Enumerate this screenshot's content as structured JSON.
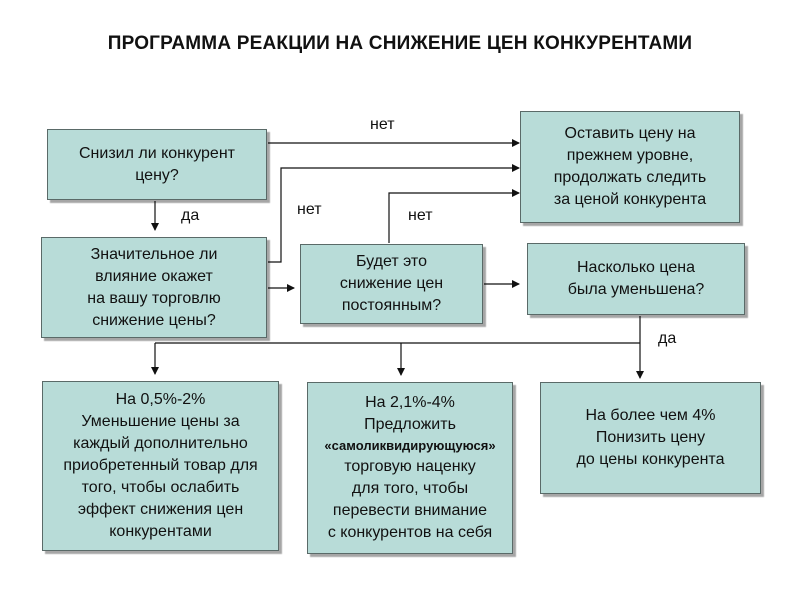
{
  "title": "ПРОГРАММА РЕАКЦИИ НА СНИЖЕНИЕ ЦЕН КОНКУРЕНТАМИ",
  "colors": {
    "box_fill": "#b8dcd8",
    "box_border": "#5a6a68",
    "line": "#111111"
  },
  "boxes": {
    "q1": {
      "lines": [
        "Снизил ли конкурент",
        "цену?"
      ]
    },
    "keep": {
      "lines": [
        "Оставить цену на",
        "прежнем уровне,",
        "продолжать следить",
        "за ценой конкурента"
      ]
    },
    "q2": {
      "lines": [
        "Значительное ли",
        "влияние окажет",
        "на вашу торговлю",
        "снижение цены?"
      ]
    },
    "q3": {
      "lines": [
        "Будет это",
        "снижение цен",
        "постоянным?"
      ]
    },
    "q4": {
      "lines": [
        "Насколько цена",
        "была уменьшена?"
      ]
    },
    "r1": {
      "lines": [
        "На 0,5%-2%",
        "Уменьшение цены за",
        "каждый дополнительно",
        "приобретенный товар для",
        "того, чтобы ослабить",
        "эффект снижения цен",
        "конкурентами"
      ]
    },
    "r2": {
      "lines": [
        "На 2,1%-4%",
        "Предложить",
        "«самоликвидирующуюся»",
        "торговую наценку",
        "для того, чтобы",
        "перевести внимание",
        "с конкурентов на себя"
      ]
    },
    "r3": {
      "lines": [
        "На более чем 4%",
        "Понизить цену",
        "до цены конкурента"
      ]
    }
  },
  "labels": {
    "no_top": "нет",
    "yes_q1": "да",
    "no_q2": "нет",
    "no_q3": "нет",
    "yes_q4": "да"
  }
}
